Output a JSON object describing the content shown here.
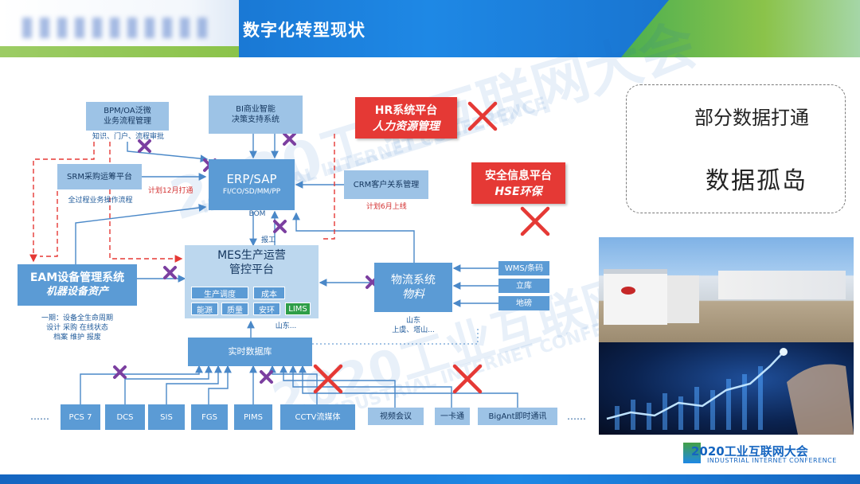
{
  "header": {
    "title": "数字化转型现状"
  },
  "watermark": {
    "cn": "2020工业互联网大会",
    "en1": "INDUSTRIAL INTERNET CONFERENCE",
    "en2": "INDUSTRIAL INTERNET CONFERENCE"
  },
  "boxes": {
    "bpm": {
      "line1": "BPM/OA泛微",
      "line2": "业务流程管理"
    },
    "bpm_sub": "知识、门户、流程审批",
    "bi": {
      "line1": "BI商业智能",
      "line2": "决策支持系统"
    },
    "srm": "SRM采购运筹平台",
    "srm_sub": "全过程业务操作流程",
    "erp": {
      "title": "ERP/SAP",
      "modules": "FI/CO/SD/MM/PP"
    },
    "erp_note": "计划12月打通",
    "bom": "BOM",
    "crm": "CRM客户关系管理",
    "crm_note": "计划6月上线",
    "report": "报工",
    "eam": {
      "title": "EAM设备管理系统",
      "sub": "机器设备资产"
    },
    "eam_notes": [
      "一期：设备全生命周期",
      "设计 采购 在线状态",
      "档案 维护 报废"
    ],
    "mes": {
      "line1": "MES生产运营",
      "line2": "管控平台"
    },
    "mes_chips": [
      "生产调度",
      "成本",
      "能源",
      "质量",
      "安环",
      "LIMS"
    ],
    "mes_loc": "山东...",
    "logistics": {
      "line1": "物流系统",
      "line2": "物料"
    },
    "logistics_notes": [
      "山东",
      "上虞、塔山..."
    ],
    "wms": "WMS/条码",
    "warehouse": "立库",
    "scale": "地磅",
    "rtdb": "实时数据库",
    "bottom_items": [
      "PCS 7",
      "DCS",
      "SIS",
      "FGS",
      "PIMS",
      "CCTV流媒体",
      "视频会议",
      "一卡通",
      "BigAnt即时通讯"
    ],
    "dots": "……"
  },
  "red_systems": {
    "hr": {
      "line1": "HR系统平台",
      "line2": "人力资源管理"
    },
    "hse": {
      "line1": "安全信息平台",
      "line2": "HSE环保"
    }
  },
  "legend": {
    "partial": "部分数据打通",
    "island": "数据孤岛"
  },
  "footer": {
    "logo_text": "2020工业互联网大会",
    "logo_sub": "INDUSTRIAL INTERNET CONFERENCE"
  },
  "colors": {
    "box_blue": "#5b9bd5",
    "red": "#e53935",
    "purple": "#7b3fa0",
    "arrow": "#4a88c8",
    "dash_red": "#e53935"
  }
}
